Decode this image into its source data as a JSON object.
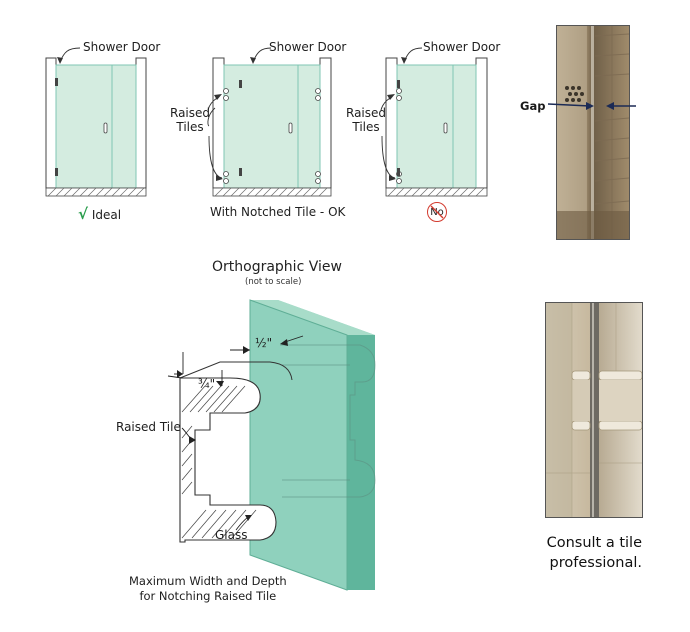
{
  "top_diagrams": {
    "shower_door_label": "Shower Door",
    "raised_tiles_label_line1": "Raised",
    "raised_tiles_label_line2": "Tiles",
    "ideal_check": "√",
    "ideal_caption": "Ideal",
    "notched_caption": "With Notched Tile - OK",
    "no_caption": "No"
  },
  "gap_photo": {
    "gap_label": "Gap"
  },
  "ortho": {
    "title": "Orthographic View",
    "subtitle": "(not to scale)",
    "half_inch": "½\"",
    "three_quarter_inch": "¾\"",
    "raised_tile_label": "Raised Tile",
    "glass_label": "Glass",
    "caption_line1": "Maximum Width and Depth",
    "caption_line2": "for Notching Raised Tile"
  },
  "consult": {
    "line1": "Consult a tile",
    "line2": "professional."
  },
  "colors": {
    "glass_fill": "#d4ece0",
    "glass_edge": "#7fc6b3",
    "glass_ortho": "#86cdb8",
    "ideal_check": "#2a9d4c",
    "no_circle": "#d33b2f"
  }
}
